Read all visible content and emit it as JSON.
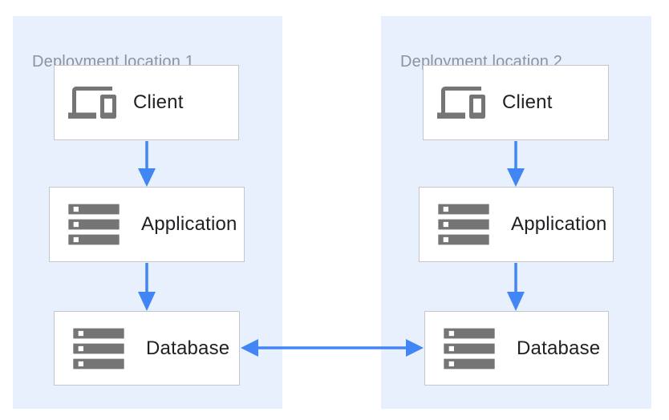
{
  "colors": {
    "panel-bg": "#E8F0FE",
    "box-bg": "#FFFFFF",
    "box-border": "#C4C7CA",
    "arrow": "#4285F4",
    "icon": "#757575",
    "title-text": "#8D939A",
    "label-text": "#202124"
  },
  "panels": [
    {
      "title": "Deployment location 1",
      "nodes": [
        {
          "icon": "devices-icon",
          "label": "Client"
        },
        {
          "icon": "storage-icon",
          "label": "Application"
        },
        {
          "icon": "storage-icon",
          "label": "Database"
        }
      ]
    },
    {
      "title": "Deployment location 2",
      "nodes": [
        {
          "icon": "devices-icon",
          "label": "Client"
        },
        {
          "icon": "storage-icon",
          "label": "Application"
        },
        {
          "icon": "storage-icon",
          "label": "Database"
        }
      ]
    }
  ],
  "connections": [
    {
      "panel": "Deployment location 1",
      "from": "Client",
      "to": "Application",
      "type": "one-way"
    },
    {
      "panel": "Deployment location 1",
      "from": "Application",
      "to": "Database",
      "type": "one-way"
    },
    {
      "panel": "Deployment location 2",
      "from": "Client",
      "to": "Application",
      "type": "one-way"
    },
    {
      "panel": "Deployment location 2",
      "from": "Application",
      "to": "Database",
      "type": "one-way"
    },
    {
      "from": "Database (Deployment location 1)",
      "to": "Database (Deployment location 2)",
      "type": "two-way"
    }
  ]
}
